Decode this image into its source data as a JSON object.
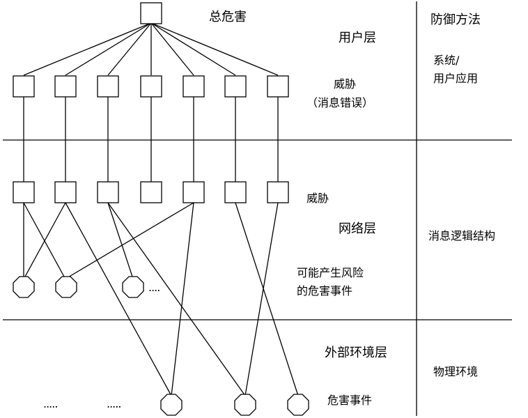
{
  "title": "总危害",
  "layers": {
    "user": "用户层",
    "network": "网络层",
    "environment": "外部环境层"
  },
  "annotations": {
    "threat_user_1": "威胁",
    "threat_user_2": "（消息错误）",
    "threat_network": "威胁",
    "risk_event_1": "可能产生风险",
    "risk_event_2": "的危害事件",
    "hazard_event": "危害事件"
  },
  "defense": {
    "header": "防御方法",
    "user_1": "系统/",
    "user_2": "用户应用",
    "network": "消息逻辑结构",
    "environment": "物理环境"
  },
  "ellipses": {
    "network_row": "....",
    "env_row_a": ".....",
    "env_row_b": "....."
  }
}
